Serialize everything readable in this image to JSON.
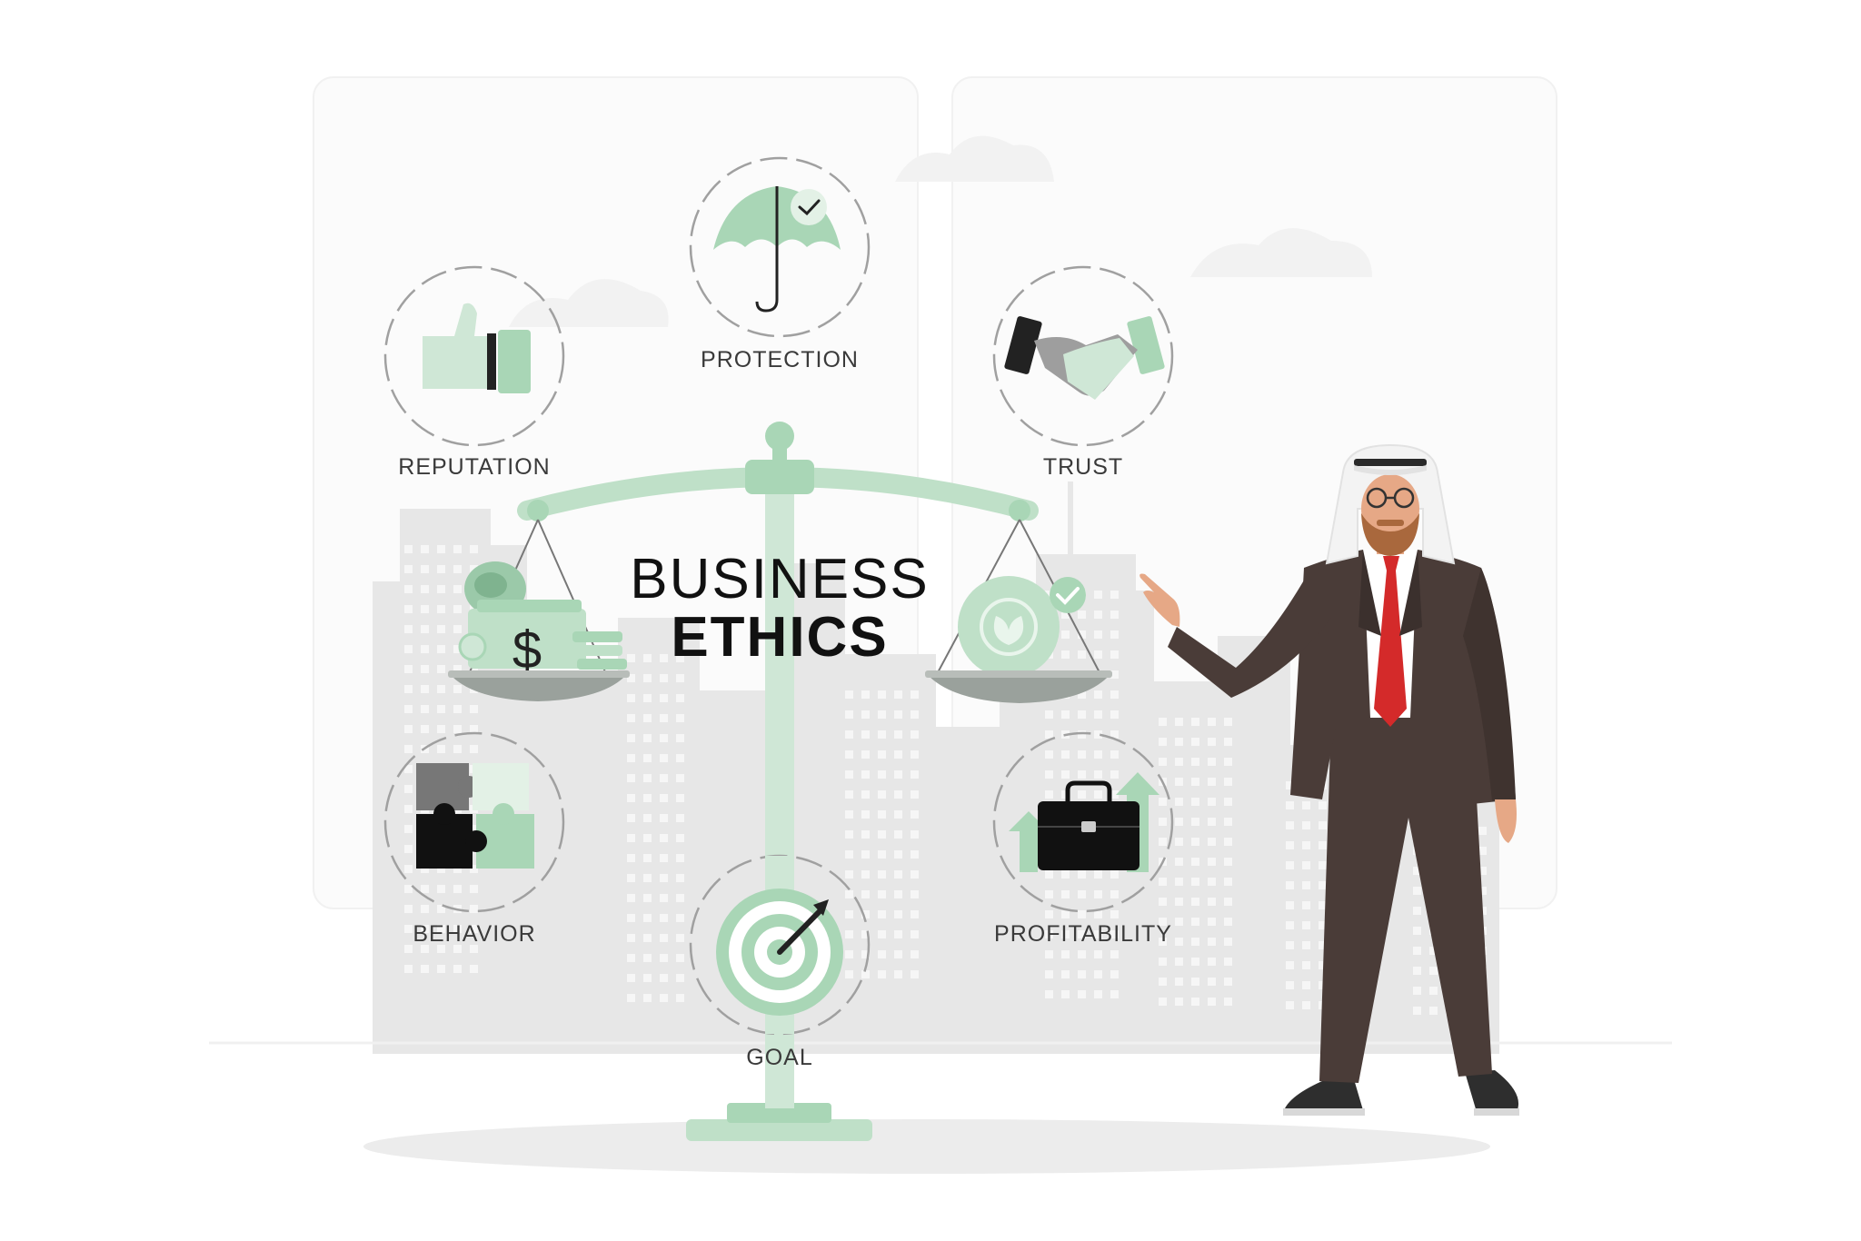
{
  "title": {
    "line1": "BUSINESS",
    "line2": "ETHICS"
  },
  "concepts": [
    {
      "key": "protection",
      "label": "PROTECTION",
      "icon": "umbrella-icon"
    },
    {
      "key": "reputation",
      "label": "REPUTATION",
      "icon": "thumbs-up-icon"
    },
    {
      "key": "trust",
      "label": "TRUST",
      "icon": "handshake-icon"
    },
    {
      "key": "behavior",
      "label": "BEHAVIOR",
      "icon": "puzzle-icon"
    },
    {
      "key": "profitability",
      "label": "PROFITABILITY",
      "icon": "briefcase-growth-icon"
    },
    {
      "key": "goal",
      "label": "GOAL",
      "icon": "target-icon"
    }
  ],
  "scale_left_pan_icon": "money-bag-icon",
  "scale_left_pan_symbol": "$",
  "scale_right_pan_icon": "eco-globe-check-icon",
  "colors": {
    "accent_green": "#8fc9a0",
    "light_green": "#c8e4cf",
    "mid_green": "#a9d6b6",
    "skyline_gray": "#e6e6e6",
    "suit_brown": "#4a3c38",
    "tie_red": "#d42a2a"
  }
}
